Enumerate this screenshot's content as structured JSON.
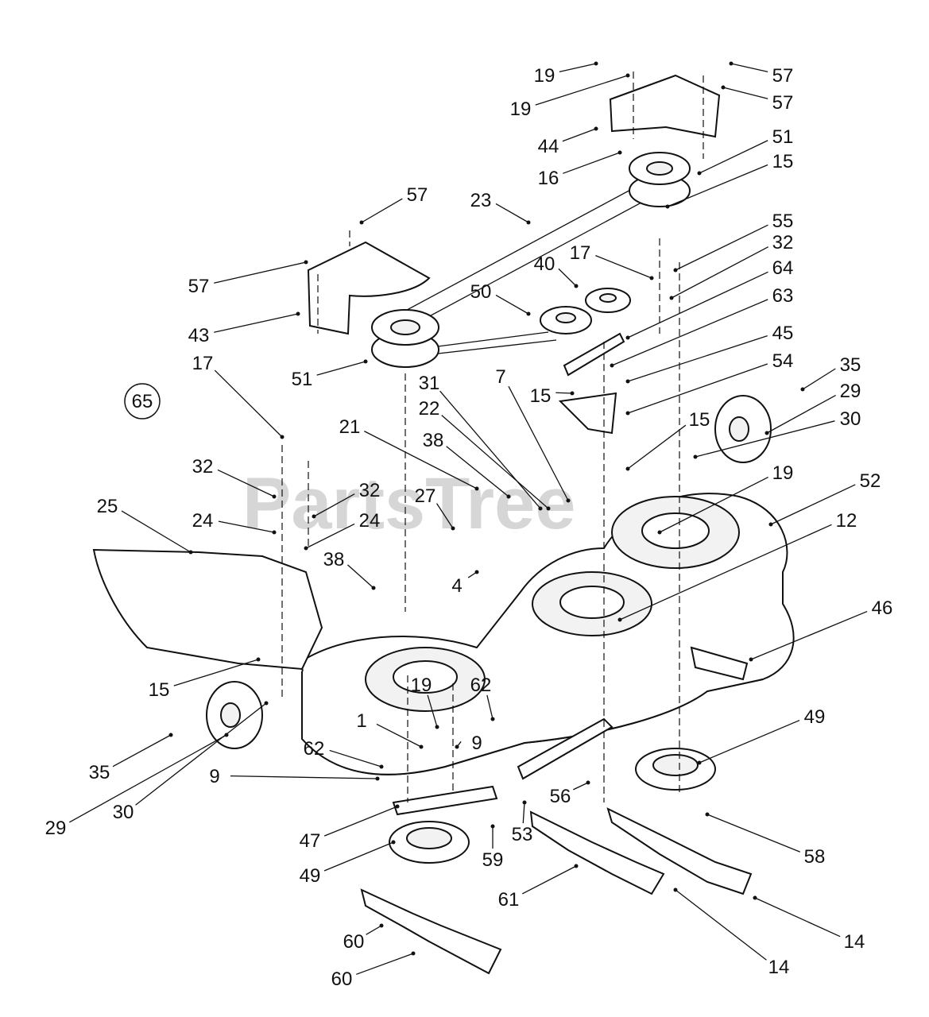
{
  "watermark": "PartsTree",
  "group_marker": "65",
  "colors": {
    "ink": "#111111",
    "watermark": "#d6d6d6",
    "background": "#ffffff"
  },
  "callouts": [
    "19",
    "57",
    "19",
    "57",
    "44",
    "16",
    "51",
    "15",
    "23",
    "57",
    "57",
    "43",
    "55",
    "17",
    "32",
    "40",
    "50",
    "64",
    "63",
    "51",
    "45",
    "15",
    "54",
    "35",
    "29",
    "30",
    "15",
    "31",
    "7",
    "22",
    "38",
    "21",
    "17",
    "32",
    "24",
    "32",
    "24",
    "25",
    "27",
    "38",
    "4",
    "19",
    "52",
    "12",
    "46",
    "15",
    "35",
    "29",
    "30",
    "9",
    "62",
    "1",
    "19",
    "9",
    "62",
    "49",
    "47",
    "49",
    "59",
    "53",
    "56",
    "61",
    "58",
    "60",
    "14",
    "60",
    "14"
  ]
}
